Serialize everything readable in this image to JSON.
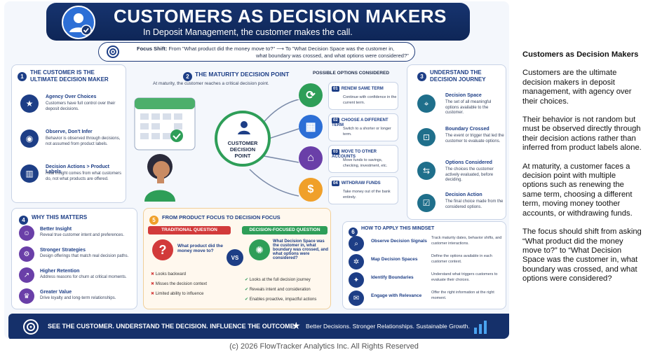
{
  "banner": {
    "title": "CUSTOMERS AS DECISION MAKERS",
    "subtitle": "In Deposit Management, the customer makes the call."
  },
  "focus": {
    "label": "Focus Shift:",
    "from": "From \"What product did the money move to?\"",
    "arrow": "⟶",
    "to": "To \"What Decision Space was the customer in,",
    "to2": "what boundary was crossed, and what options were considered?\""
  },
  "s1": {
    "num": "1",
    "title": "THE CUSTOMER IS THE",
    "title2": "ULTIMATE DECISION MAKER",
    "items": [
      {
        "t": "Agency Over Choices",
        "d": "Customers have full control over their deposit decisions."
      },
      {
        "t": "Observe, Don't Infer",
        "d": "Behavior is observed through decisions, not assumed from product labels."
      },
      {
        "t": "Decision Actions > Product Labels",
        "d": "Real insight comes from what customers do, not what products are offered."
      }
    ]
  },
  "s2": {
    "num": "2",
    "title": "THE MATURITY DECISION POINT",
    "sub": "At maturity, the customer reaches a critical decision point.",
    "center": "CUSTOMER DECISION POINT",
    "opts_title": "POSSIBLE OPTIONS CONSIDERED",
    "options": [
      {
        "n": "01",
        "t": "RENEW SAME TERM",
        "d": "Continue with confidence in the current term."
      },
      {
        "n": "02",
        "t": "CHOOSE A DIFFERENT TERM",
        "d": "Switch to a shorter or longer term."
      },
      {
        "n": "03",
        "t": "MOVE TO OTHER ACCOUNTS",
        "d": "Move funds to savings, checking, investment, etc."
      },
      {
        "n": "04",
        "t": "WITHDRAW FUNDS",
        "d": "Take money out of the bank entirely."
      }
    ]
  },
  "s3": {
    "num": "3",
    "title": "UNDERSTAND THE",
    "title2": "DECISION JOURNEY",
    "items": [
      {
        "t": "Decision Space",
        "d": "The set of all meaningful options available to the customer."
      },
      {
        "t": "Boundary Crossed",
        "d": "The event or trigger that led the customer to evaluate options."
      },
      {
        "t": "Options Considered",
        "d": "The choices the customer actively evaluated, before deciding."
      },
      {
        "t": "Decision Action",
        "d": "The final choice made from the considered options."
      }
    ]
  },
  "s4": {
    "num": "4",
    "title": "WHY THIS MATTERS",
    "items": [
      {
        "t": "Better Insight",
        "d": "Reveal true customer intent and preferences."
      },
      {
        "t": "Stronger Strategies",
        "d": "Design offerings that match real decision paths."
      },
      {
        "t": "Higher Retention",
        "d": "Address reasons for churn at critical moments."
      },
      {
        "t": "Greater Value",
        "d": "Drive loyalty and long-term relationships."
      }
    ]
  },
  "s5": {
    "num": "5",
    "title": "FROM PRODUCT FOCUS TO DECISION FOCUS",
    "trad": "TRADITIONAL QUESTION",
    "dec": "DECISION-FOCUSED QUESTION",
    "q1": "What product did the money move to?",
    "q2": "What Decision Space was the customer in, what boundary was crossed, and what options were considered?",
    "vs": "VS",
    "cons": [
      "Looks backward",
      "Misses the decision context",
      "Limited ability to influence"
    ],
    "pros": [
      "Looks at the full decision journey",
      "Reveals intent and consideration",
      "Enables proactive, impactful actions"
    ]
  },
  "s6": {
    "num": "6",
    "title": "HOW TO APPLY THIS MINDSET",
    "items": [
      {
        "t": "Observe Decision Signals",
        "d": "Track maturity dates, behavior shifts, and customer interactions."
      },
      {
        "t": "Map Decision Spaces",
        "d": "Define the options available in each customer context."
      },
      {
        "t": "Identify Boundaries",
        "d": "Understand what triggers customers to evaluate their choices."
      },
      {
        "t": "Engage with Relevance",
        "d": "Offer the right information at the right moment."
      }
    ]
  },
  "footer": {
    "left": "SEE THE CUSTOMER. UNDERSTAND THE DECISION. INFLUENCE THE OUTCOME.",
    "right": "Better Decisions. Stronger Relationships. Sustainable Growth."
  },
  "copyright": "(c) 2026 FlowTracker Analytics Inc. All Rights Reserved",
  "side": {
    "title": "Customers as Decision Makers",
    "p1": "Customers are the ultimate decision makers in deposit management, with agency over their choices.",
    "p2": "Their behavior is not random but must be observed directly through their decision actions rather than inferred from product labels alone.",
    "p3": "At maturity, a customer faces a decision point with multiple options such as renewing the same term, choosing a different term, moving money toother accounts, or withdrawing funds.",
    "p4": "The focus should shift from asking “What product did the money move to?” to “What Decision Space was the customer in, what boundary was crossed, and what options were considered?"
  },
  "colors": {
    "navy": "#15306a",
    "green": "#2e9e58",
    "blue": "#2d6fd6",
    "purple": "#6a3fa8",
    "orange": "#f0a02a",
    "red": "#d23a3a"
  }
}
